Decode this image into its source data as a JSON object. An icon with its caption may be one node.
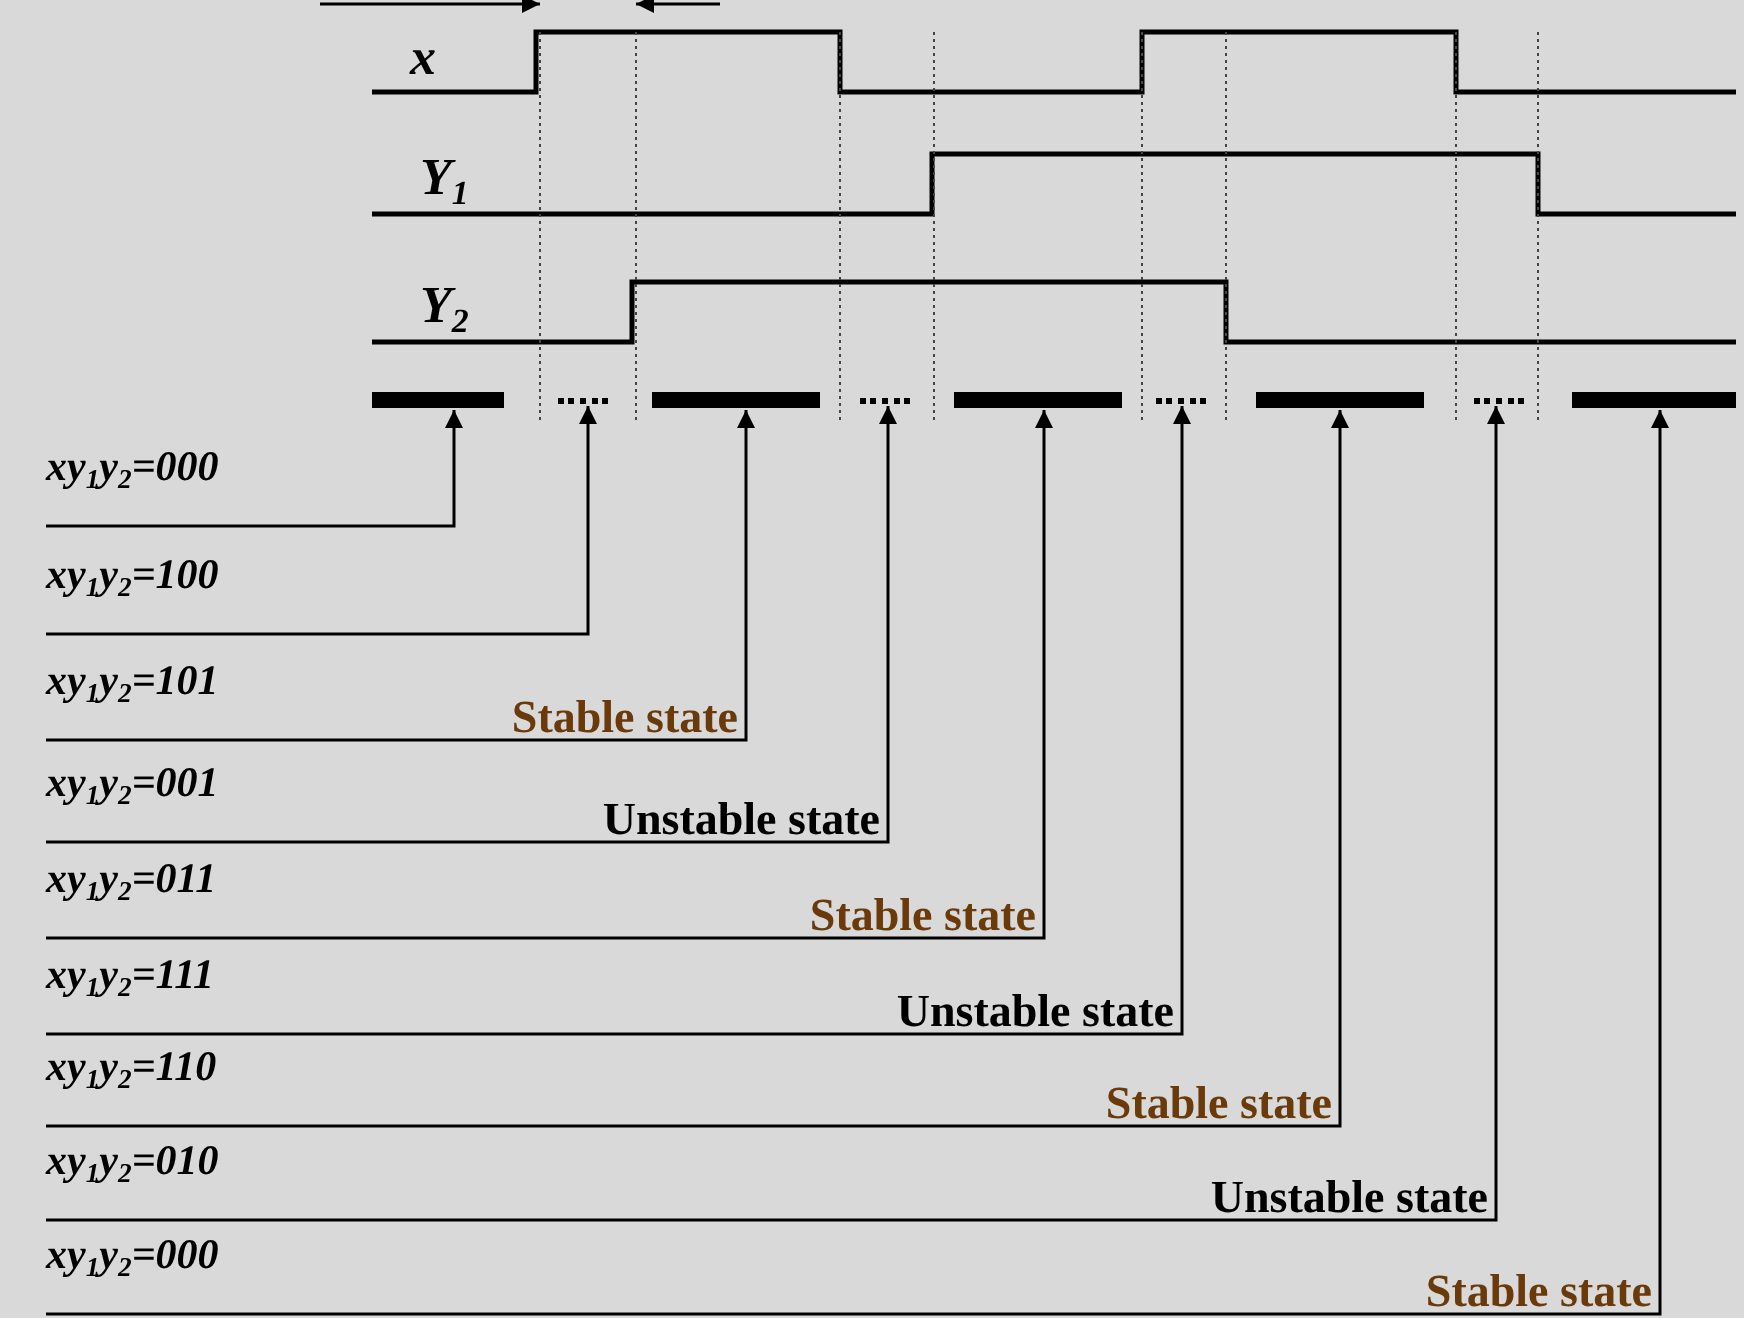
{
  "diagram": {
    "nodes": [
      {
        "text": [],
        "shape": "bar"
      },
      {
        "text": [],
        "shape": "line"
      },
      {
        "text": [],
        "shape": "bar"
      },
      {
        "text": [],
        "shape": "line"
      },
      {
        "text": [],
        "shape": "bar"
      },
      {
        "text": [],
        "shape": "line"
      },
      {
        "text": [],
        "shape": "bar"
      },
      {
        "text": [],
        "shape": "line"
      },
      {
        "text": [],
        "shape": "bar"
      },
      {
        "text": [
          "xy$_{1}$y$_{2}$=000"
        ]
      },
      {
        "text": [
          "xy$_{1}$y$_{2}$=100"
        ]
      },
      {
        "text": [
          "xy$_{1}$y$_{2}$=101",
          "Stable state"
        ]
      },
      {
        "text": [
          "xy$_{1}$y$_{2}$=001",
          "Unstable state"
        ]
      },
      {
        "text": [
          "xy$_{1}$y$_{2}$=011",
          "Stable state"
        ]
      },
      {
        "text": [
          "xy$_{1}$y$_{2}$=111",
          "Unstable state"
        ]
      },
      {
        "text": [
          "xy$_{1}$y$_{2}$=110",
          "Stable state"
        ]
      },
      {
        "text": [
          "xy$_{1}$y$_{2}$=010",
          "Unstable state"
        ]
      },
      {
        "text": [
          "xy$_{1}$y$_{2}$=000",
          "Stable state"
        ]
      }
    ],
    "edges": [
      {
        "from": 9,
        "to": 0,
        "arrow": "to"
      },
      {
        "from": 10,
        "to": 1,
        "arrow": "to"
      },
      {
        "from": 11,
        "to": 2,
        "arrow": "to"
      },
      {
        "from": 12,
        "to": 3,
        "arrow": "to"
      },
      {
        "from": 13,
        "to": 4,
        "arrow": "to"
      },
      {
        "from": 14,
        "to": 5,
        "arrow": "to"
      },
      {
        "from": 15,
        "to": 6,
        "arrow": "to"
      },
      {
        "from": 16,
        "to": 7,
        "arrow": "to"
      },
      {
        "from": 17,
        "to": 8,
        "arrow": "to"
      }
    ],
    "labels": [
      "x",
      "Y$_{1}$",
      "Y$_{2}$"
    ]
  }
}
